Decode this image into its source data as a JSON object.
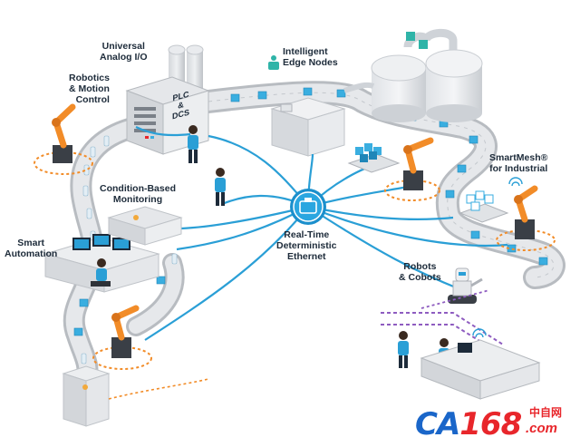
{
  "labels": {
    "universal_io": [
      "Universal",
      "Analog I/O"
    ],
    "intelligent_edge": [
      "Intelligent",
      "Edge Nodes"
    ],
    "robotics": [
      "Robotics",
      "& Motion",
      "Control"
    ],
    "condition": [
      "Condition-Based",
      "Monitoring"
    ],
    "smart_automation": [
      "Smart",
      "Automation"
    ],
    "ethernet": [
      "Real-Time",
      "Deterministic",
      "Ethernet"
    ],
    "smartmesh": [
      "SmartMesh®",
      "for Industrial"
    ],
    "robots": [
      "Robots",
      "& Cobots"
    ]
  },
  "cabinet_text": {
    "plc": [
      "PLC",
      "&",
      "DCS"
    ]
  },
  "watermark": {
    "brand_a": "CA",
    "brand_b": "168",
    "cn": "中自网",
    "dotcom": ".com"
  },
  "colors": {
    "network": "#2a9fd6",
    "robot": "#f28c28",
    "conveyor": "#c9ccd0",
    "box": "#3aaee0",
    "text": "#1d2b3a",
    "watermark_blue": "#1a66c9",
    "watermark_red": "#e8262b"
  }
}
